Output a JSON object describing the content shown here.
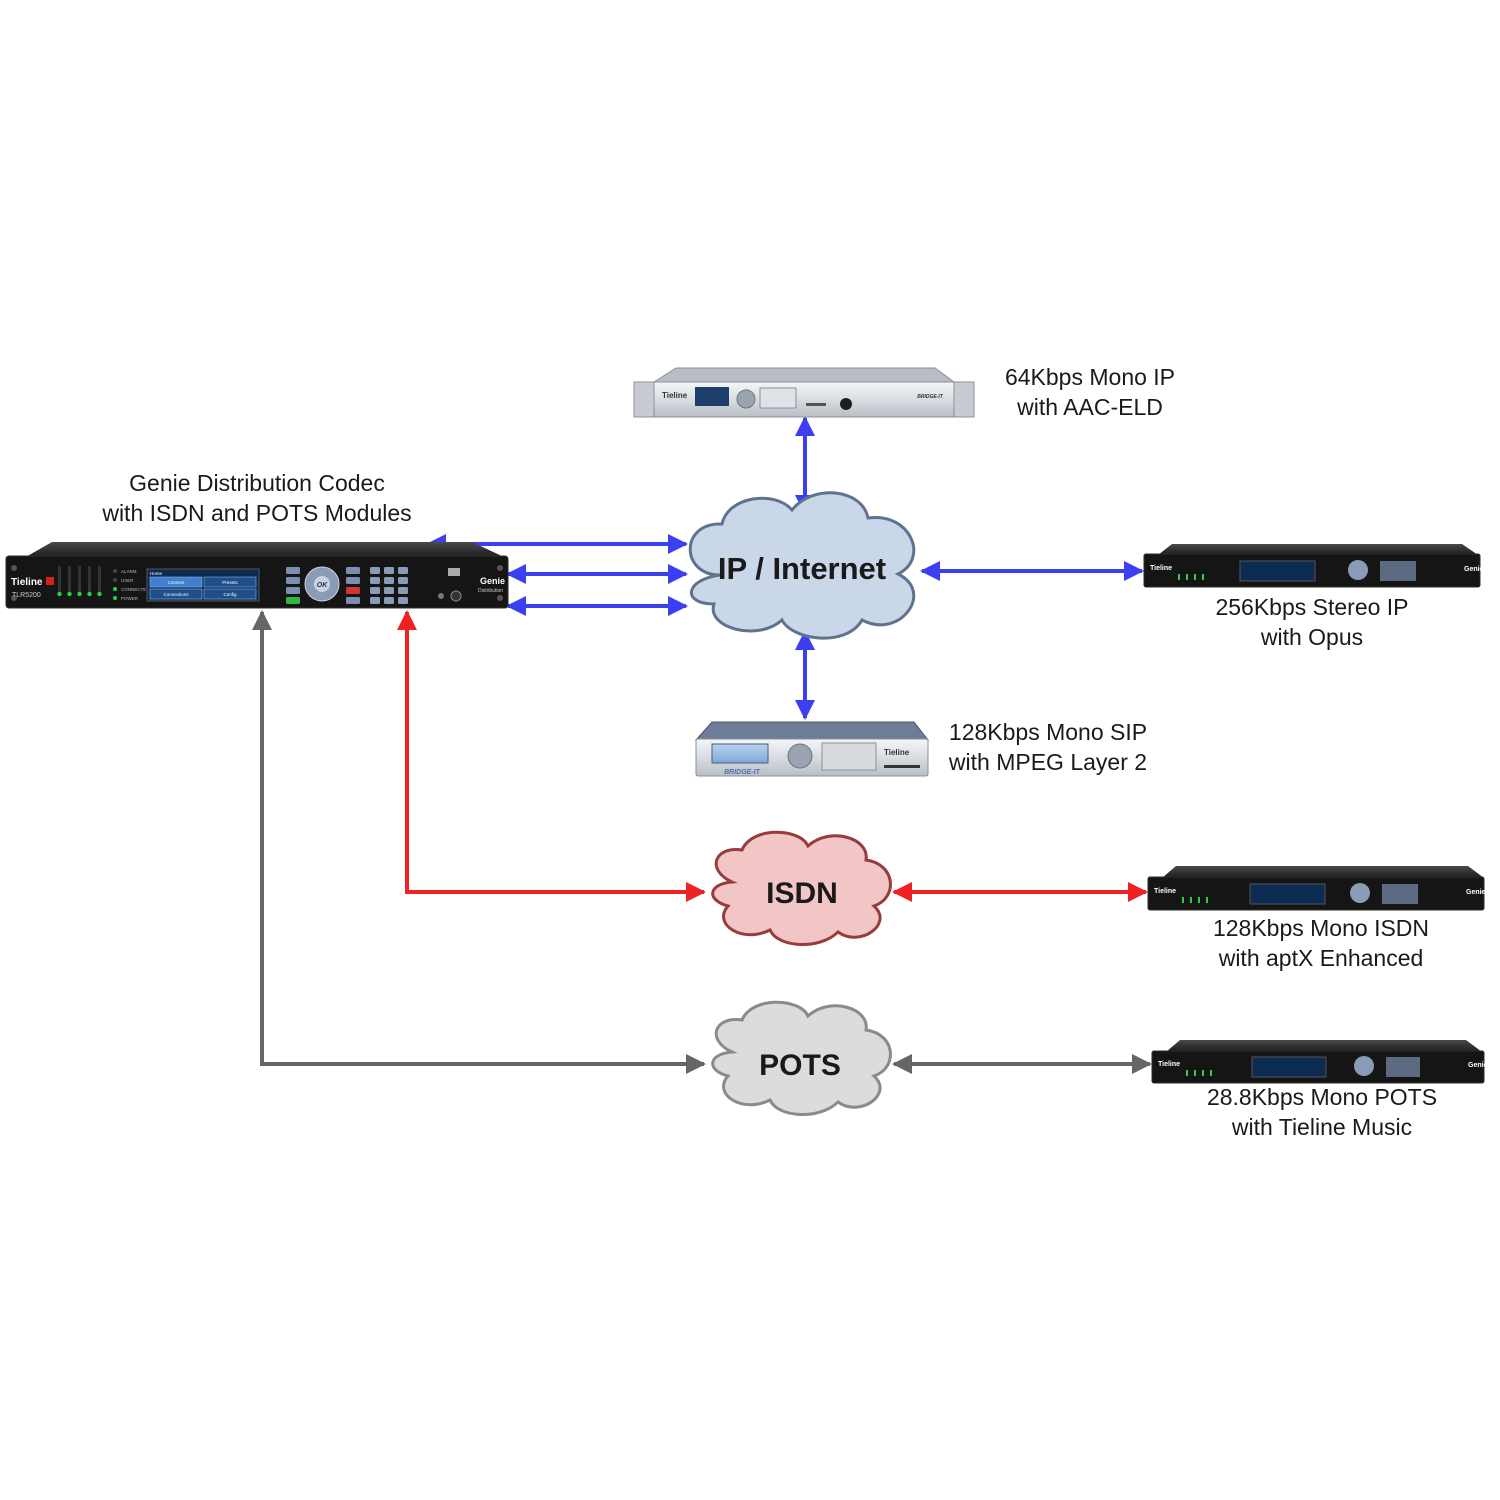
{
  "clouds": {
    "ip": "IP / Internet",
    "isdn": "ISDN",
    "pots": "POTS"
  },
  "main_codec": {
    "label_line1": "Genie Distribution Codec",
    "label_line2": "with ISDN and POTS Modules",
    "brand": "Tieline",
    "model": "TLR5200",
    "product": "Genie",
    "product_sub": "Distribution",
    "leds": [
      "ALARM",
      "USER",
      "CONNECTED",
      "POWER"
    ],
    "screen_title": "Home",
    "screen_buttons": [
      "Connect",
      "Presets",
      "Connections",
      "Config"
    ],
    "ok": "OK"
  },
  "devices": {
    "top": {
      "label_line1": "64Kbps Mono IP",
      "label_line2": "with AAC-ELD",
      "brand": "Tieline",
      "logo": "BRIDGE-IT"
    },
    "right_ip": {
      "label_line1": "256Kbps Stereo IP",
      "label_line2": "with Opus",
      "brand": "Tieline"
    },
    "sip": {
      "label_line1": "128Kbps Mono SIP",
      "label_line2": "with MPEG Layer 2",
      "brand": "Tieline",
      "logo": "BRIDGE-IT"
    },
    "isdn": {
      "label_line1": "128Kbps Mono ISDN",
      "label_line2": "with aptX Enhanced",
      "brand": "Tieline"
    },
    "pots": {
      "label_line1": "28.8Kbps Mono POTS",
      "label_line2": "with Tieline Music",
      "brand": "Tieline"
    }
  },
  "colors": {
    "ip_link": "#3b3ff0",
    "isdn_link": "#ee2222",
    "pots_link": "#666666",
    "ip_cloud_fill": "#c9d7e8",
    "ip_cloud_stroke": "#5f7390",
    "isdn_cloud_fill": "#f2c6c6",
    "isdn_cloud_stroke": "#9a3b3b",
    "pots_cloud_fill": "#dcdcdc",
    "pots_cloud_stroke": "#8a8a8a"
  }
}
